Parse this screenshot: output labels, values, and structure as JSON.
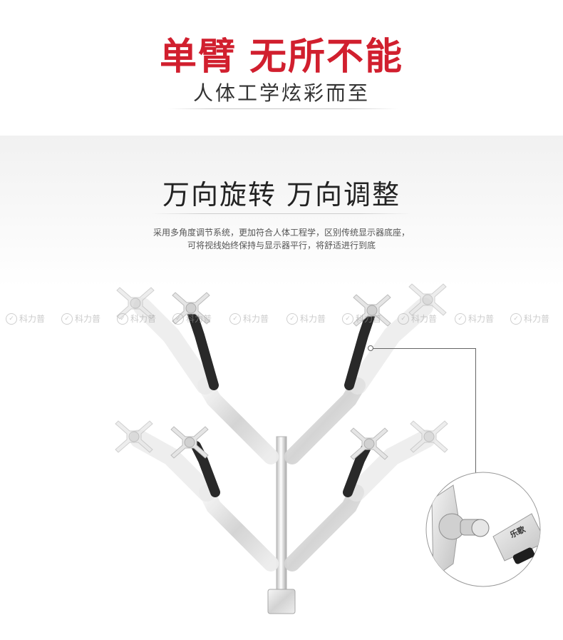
{
  "header": {
    "headline_left": "单臂",
    "headline_right": "无所不能",
    "subheadline": "人体工学炫彩而至"
  },
  "section": {
    "title_left": "万向旋转",
    "title_right": "万向调整",
    "description_line1": "采用多角度调节系统，更加符合人体工程学，区别传统显示器底座，",
    "description_line2": "可将视线始终保持与显示器平行，将舒适进行到底"
  },
  "watermark": {
    "text": "科力普",
    "icon": "checkmark-circle-icon"
  },
  "product": {
    "brand_label": "乐歌",
    "images": [
      "monitor-arm-rotation-composite",
      "joint-detail-zoom"
    ]
  },
  "colors": {
    "accent_red": "#d11f2e",
    "text_dark": "#222222",
    "arm_silver": "#d9d9d9",
    "arm_black": "#1e1e1e"
  }
}
